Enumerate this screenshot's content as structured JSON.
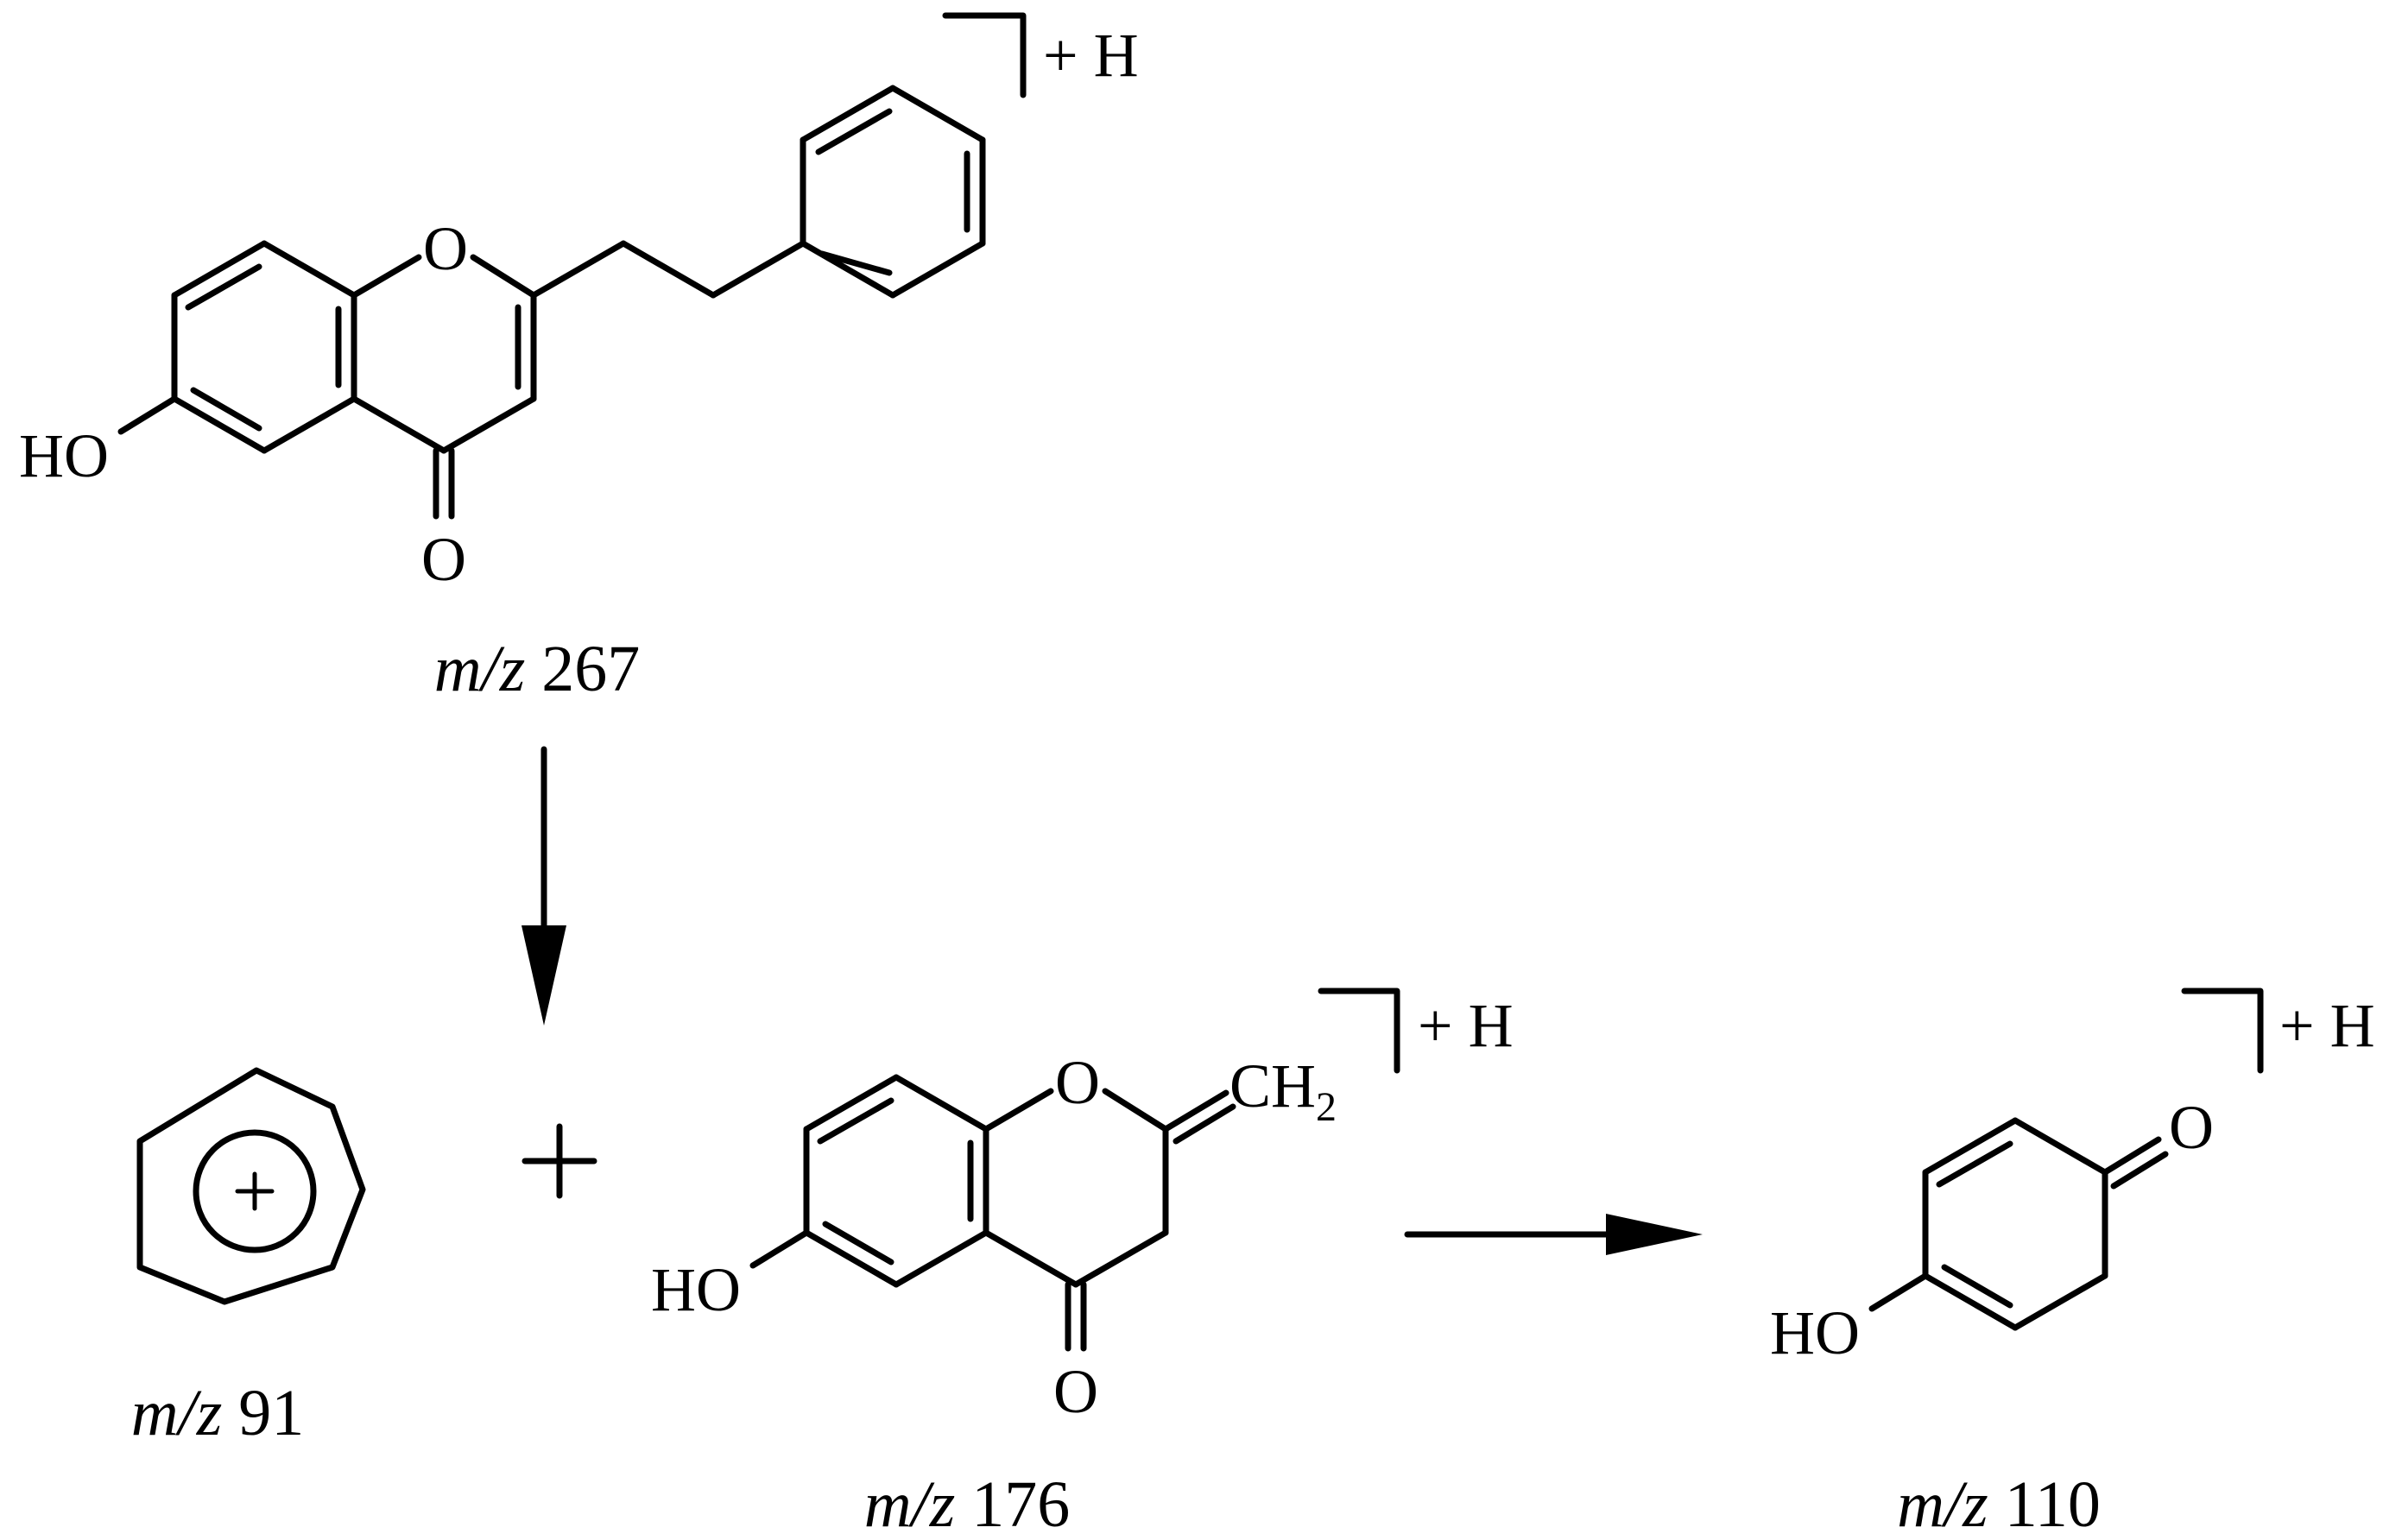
{
  "scheme": {
    "precursor": {
      "mz_prefix": "m/z",
      "mz_value": "267",
      "charge_label": "+ H",
      "atom_labels": {
        "ring_oxygen": "O",
        "carbonyl_oxygen": "O",
        "hydroxyl": "HO"
      }
    },
    "fragment_tropylium": {
      "mz_prefix": "m/z",
      "mz_value": "91",
      "charge_symbol": "+"
    },
    "plus_sign": "+",
    "fragment_chromanone": {
      "mz_prefix": "m/z",
      "mz_value": "176",
      "charge_label": "+ H",
      "atom_labels": {
        "ring_oxygen": "O",
        "carbonyl_oxygen": "O",
        "hydroxyl": "HO",
        "methylene": "CH",
        "methylene_subscript": "2"
      }
    },
    "fragment_quinone": {
      "mz_prefix": "m/z",
      "mz_value": "110",
      "charge_label": "+ H",
      "atom_labels": {
        "carbonyl_oxygen": "O",
        "hydroxyl": "HO"
      }
    }
  }
}
